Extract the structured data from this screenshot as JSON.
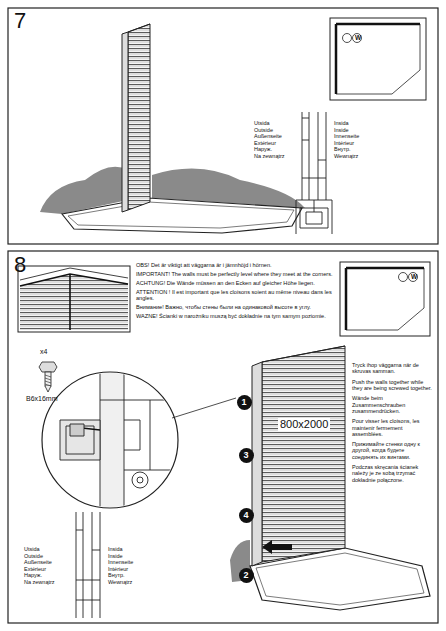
{
  "diagram": {
    "nodes": [
      {
        "text": [
          "1"
        ]
      },
      {
        "text": [
          "3"
        ]
      },
      {
        "text": [
          "4"
        ]
      },
      {
        "text": [
          "2"
        ]
      }
    ],
    "labels": [
      "7",
      "Utsida",
      "Outside",
      "Außenseite",
      "Extérieur",
      "Наруж.",
      "Na zewnątrz",
      "Insida",
      "Inside",
      "Innenseite",
      "Intérieur",
      "Внутр.",
      "Wewnątrz",
      "W",
      "8",
      "OBS! Det är viktigt att väggarna är i jämnhöjd i hörnen.",
      "IMPORTANT! The walls must be perfectly level where they meet at the corners.",
      "ACHTUNG! Die Wände müssen an den Ecken auf gleicher Höhe liegen.",
      "ATTENTION ! Il est important que les cloisons soient au même niveau dans les angles.",
      "Внимание! Важно, чтобы стены были на одинаковой высоте в углу.",
      "WAZNE! Ścianki w narożniku muszą być dokładnie na tym samym poziomie.",
      "W",
      "x4",
      "B6x16mm",
      "800x2000",
      "Tryck ihop väggarna när de skruvas samman.",
      "Push the walls together while they are being screwed together.",
      "Wände beim Zusammenschrauben zusammendrücken.",
      "Pour visser les cloisons, les maintenir fermement assemblées.",
      "Прижимайте стенки одну к другой, когда будете соединять их винтами.",
      "Podczas skręcania ścianek należy je ze sobą trzymać dokładnie połączone.",
      "Utsida",
      "Outside",
      "Außenseite",
      "Extérieur",
      "Наруж.",
      "Na zewnątrz",
      "Insida",
      "Inside",
      "Innenseite",
      "Intérieur",
      "Внутр.",
      "Wewnątrz"
    ]
  }
}
